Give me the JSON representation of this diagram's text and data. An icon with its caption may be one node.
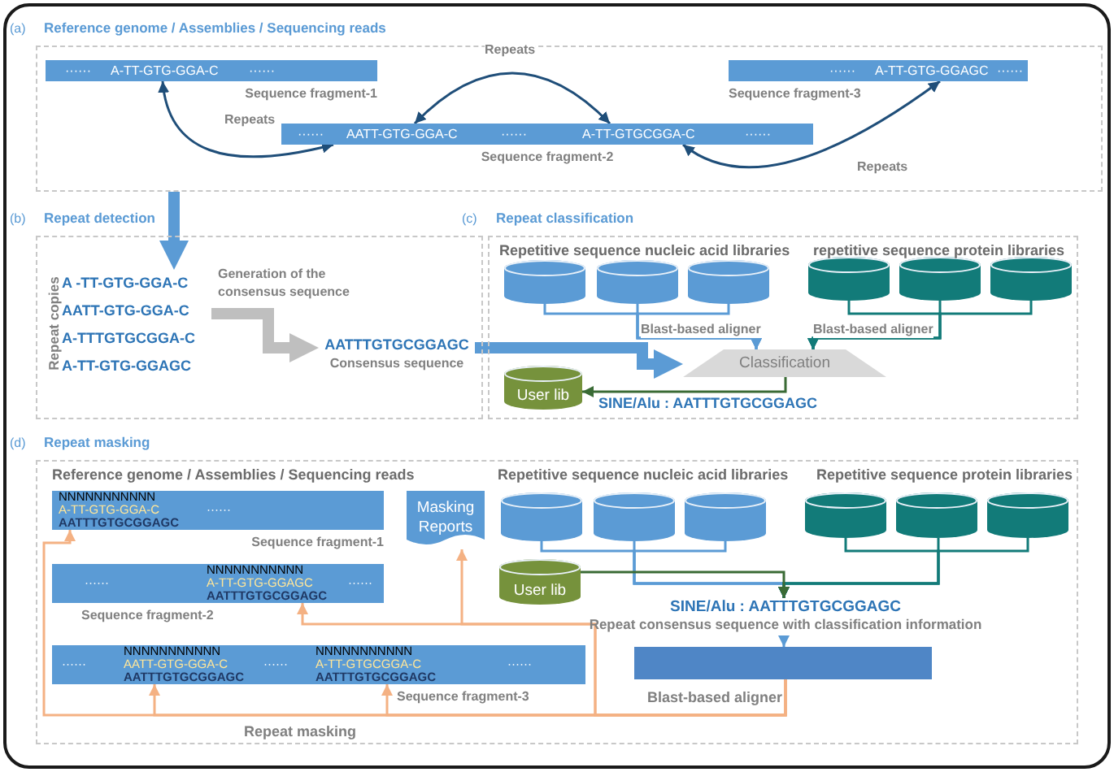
{
  "diagram": {
    "nodes": [
      {
        "text": [
          "(a)",
          "Reference genome / Assemblies / Sequencing reads"
        ]
      },
      {
        "text": [
          "······",
          "A-TT-GTG-GGA-C",
          "······"
        ],
        "in": 0,
        "beside": [
          "Sequence fragment-1"
        ]
      },
      {
        "text": [
          "······",
          "A-TT-GTG-GGAGC",
          "······"
        ],
        "in": 0,
        "beside": [
          "Sequence fragment-3"
        ]
      },
      {
        "text": [
          "······",
          "AATT-GTG-GGA-C",
          "······",
          "A-TT-GTGCGGA-C",
          "······"
        ],
        "in": 0,
        "beside": [
          "Sequence fragment-2"
        ]
      },
      {
        "text": [
          "(b)",
          "Repeat detection"
        ]
      },
      {
        "text": [
          "A -TT-GTG-GGA-C",
          "AATT-GTG-GGA-C",
          "A-TTTGTGCGGA-C",
          "A-TT-GTG-GGAGC"
        ],
        "in": 4,
        "beside": [
          "Repeat copies"
        ]
      },
      {
        "text": [
          "AATTTGTGCGGAGC",
          "Consensus sequence"
        ],
        "in": 4
      },
      {
        "text": [
          "(c)",
          "Repeat classification"
        ]
      },
      {
        "text": [],
        "shape": "cylinder",
        "in": 7
      },
      {
        "text": [],
        "shape": "cylinder",
        "in": 7
      },
      {
        "text": [],
        "shape": "cylinder",
        "in": 7
      },
      {
        "text": [],
        "shape": "cylinder",
        "in": 7
      },
      {
        "text": [],
        "shape": "cylinder",
        "in": 7
      },
      {
        "text": [],
        "shape": "cylinder",
        "in": 7
      },
      {
        "text": [
          "Classification"
        ],
        "in": 7
      },
      {
        "text": [
          "User lib"
        ],
        "in": 7
      },
      {
        "text": [
          "(d)",
          "Repeat masking"
        ]
      },
      {
        "text": [
          "NNNNNNNNNNN",
          "A-TT-GTG-GGA-C",
          "AATTTGTGCGGAGC",
          "······"
        ],
        "in": 16,
        "beside": [
          "Sequence fragment-1"
        ]
      },
      {
        "text": [
          "Masking Reports"
        ],
        "in": 16
      },
      {
        "text": [
          "······",
          "NNNNNNNNNNN",
          "A-TT-GTG-GGAGC",
          "AATTTGTGCGGAGC",
          "······"
        ],
        "in": 16,
        "beside": [
          "Sequence fragment-2"
        ]
      },
      {
        "text": [
          "······",
          "NNNNNNNNNNN",
          "AATT-GTG-GGA-C",
          "AATTTGTGCGGAGC",
          "······",
          "NNNNNNNNNNN",
          "A-TT-GTGCGGA-C",
          "AATTTGTGCGGAGC",
          "······"
        ],
        "in": 16,
        "beside": [
          "Sequence fragment-3"
        ]
      },
      {
        "text": [],
        "shape": "cylinder",
        "in": 16
      },
      {
        "text": [],
        "shape": "cylinder",
        "in": 16
      },
      {
        "text": [],
        "shape": "cylinder",
        "in": 16
      },
      {
        "text": [],
        "shape": "cylinder",
        "in": 16
      },
      {
        "text": [],
        "shape": "cylinder",
        "in": 16
      },
      {
        "text": [],
        "shape": "cylinder",
        "in": 16
      },
      {
        "text": [
          "User lib"
        ],
        "in": 16
      },
      {
        "text": [
          "SINE/Alu : AATTTGTGCGGAGC",
          "Repeat consensus sequence with classification information"
        ],
        "in": 16
      },
      {
        "text": [],
        "shape": "box",
        "in": 16
      }
    ],
    "edges": [
      {
        "from": 1,
        "to": 3,
        "arrow": "both",
        "label": "Repeats",
        "color": "#1f4e79"
      },
      {
        "from": 3,
        "to": 3,
        "arrow": "both",
        "label": "Repeats",
        "color": "#1f4e79"
      },
      {
        "from": 3,
        "to": 2,
        "arrow": "both",
        "label": "Repeats",
        "color": "#1f4e79"
      },
      {
        "from": 0,
        "to": 5,
        "arrow": "to",
        "style": "thick",
        "color": "#5b9bd5"
      },
      {
        "from": 5,
        "to": 6,
        "arrow": "to",
        "label": "Generation of the consensus sequence",
        "style": "thick",
        "color": "#bfbfbf"
      },
      {
        "from": 6,
        "to": 14,
        "arrow": "to",
        "style": "thick",
        "color": "#5b9bd5"
      },
      {
        "from": 8,
        "to": 14,
        "arrow": "to",
        "color": "#5b9bd5"
      },
      {
        "from": 9,
        "to": 14,
        "arrow": "to",
        "label": "Blast-based aligner",
        "color": "#5b9bd5"
      },
      {
        "from": 10,
        "to": 14,
        "arrow": "to",
        "color": "#5b9bd5"
      },
      {
        "from": 11,
        "to": 14,
        "arrow": "to",
        "color": "#127b79"
      },
      {
        "from": 12,
        "to": 14,
        "arrow": "to",
        "label": "Blast-based aligner",
        "color": "#127b79"
      },
      {
        "from": 13,
        "to": 14,
        "arrow": "to",
        "color": "#127b79"
      },
      {
        "from": 14,
        "to": 15,
        "arrow": "to",
        "label": "SINE/Alu : AATTTGTGCGGAGC",
        "color": "#3a6b35"
      },
      {
        "from": 21,
        "to": 28,
        "arrow": "to",
        "color": "#5b9bd5"
      },
      {
        "from": 22,
        "to": 28,
        "arrow": "to",
        "color": "#5b9bd5"
      },
      {
        "from": 23,
        "to": 28,
        "arrow": "to",
        "color": "#5b9bd5"
      },
      {
        "from": 24,
        "to": 28,
        "arrow": "to",
        "color": "#127b79"
      },
      {
        "from": 25,
        "to": 28,
        "arrow": "to",
        "color": "#127b79"
      },
      {
        "from": 26,
        "to": 28,
        "arrow": "to",
        "color": "#127b79"
      },
      {
        "from": 27,
        "to": 28,
        "arrow": "to",
        "color": "#3a6b35"
      },
      {
        "from": 28,
        "to": 29,
        "arrow": "to",
        "color": "#5b9bd5"
      },
      {
        "from": 29,
        "to": 17,
        "arrow": "to",
        "color": "#f4b183"
      },
      {
        "from": 29,
        "to": 20,
        "arrow": "to",
        "color": "#f4b183"
      },
      {
        "from": 29,
        "to": 19,
        "arrow": "to",
        "color": "#f4b183"
      },
      {
        "from": 29,
        "to": 20,
        "arrow": "to",
        "color": "#f4b183"
      },
      {
        "from": 29,
        "to": 18,
        "arrow": "to",
        "color": "#f4b183"
      }
    ],
    "labels": [
      "Repetitive sequence nucleic acid libraries",
      "repetitive sequence protein libraries",
      "Reference genome / Assemblies / Sequencing reads",
      "Repetitive sequence nucleic acid libraries",
      "Repetitive sequence protein libraries",
      "Blast-based aligner",
      "Repeat masking"
    ]
  }
}
